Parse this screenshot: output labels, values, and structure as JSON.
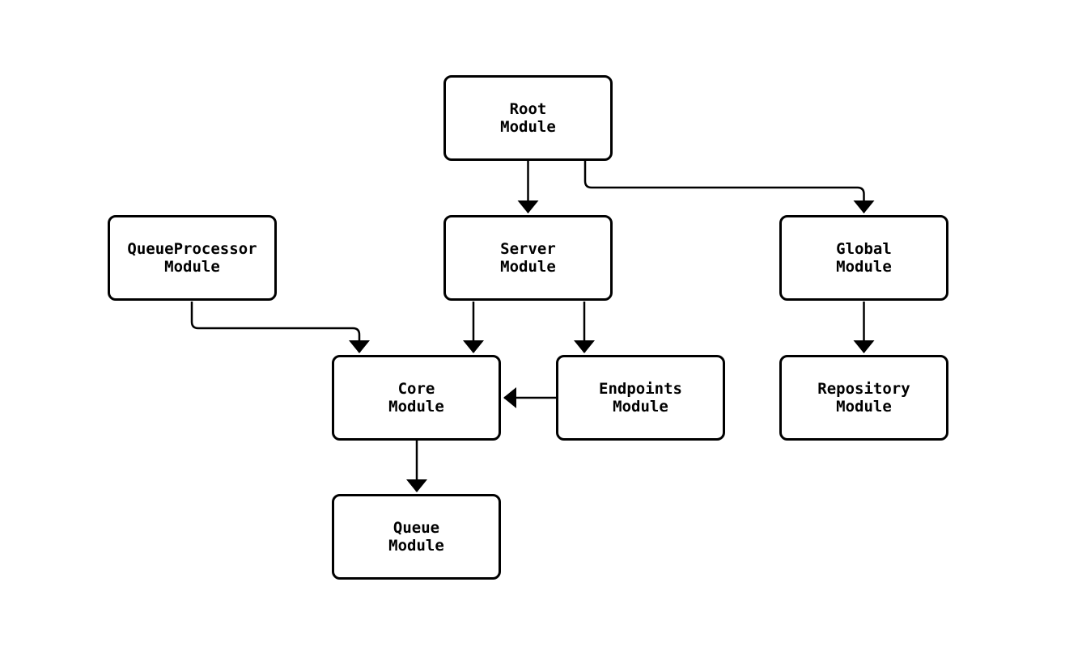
{
  "diagram": {
    "type": "module-dependency-graph",
    "nodes": [
      {
        "id": "root-module",
        "label": "Root\nModule"
      },
      {
        "id": "queueprocessor-module",
        "label": "QueueProcessor\nModule"
      },
      {
        "id": "server-module",
        "label": "Server\nModule"
      },
      {
        "id": "global-module",
        "label": "Global\nModule"
      },
      {
        "id": "core-module",
        "label": "Core\nModule"
      },
      {
        "id": "endpoints-module",
        "label": "Endpoints\nModule"
      },
      {
        "id": "repository-module",
        "label": "Repository\nModule"
      },
      {
        "id": "queue-module",
        "label": "Queue\nModule"
      }
    ],
    "edges": [
      {
        "from": "root-module",
        "to": "server-module"
      },
      {
        "from": "root-module",
        "to": "global-module"
      },
      {
        "from": "queueprocessor-module",
        "to": "core-module"
      },
      {
        "from": "server-module",
        "to": "core-module"
      },
      {
        "from": "server-module",
        "to": "endpoints-module"
      },
      {
        "from": "endpoints-module",
        "to": "core-module"
      },
      {
        "from": "global-module",
        "to": "repository-module"
      },
      {
        "from": "core-module",
        "to": "queue-module"
      }
    ],
    "colors": {
      "background": "#ffffff",
      "node_fill": "#ffffff",
      "node_border": "#000000",
      "edge_stroke": "#000000",
      "text": "#000000"
    }
  }
}
